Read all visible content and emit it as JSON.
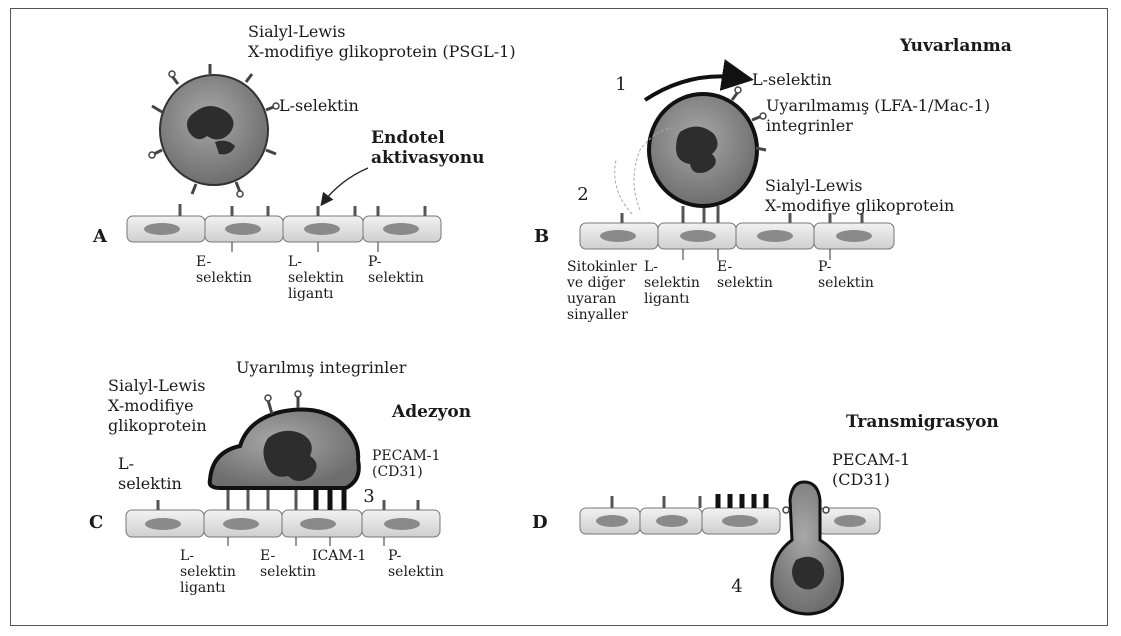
{
  "panels": {
    "A": {
      "letter": "A",
      "plgp_label": "Sialyl-Lewis\nX-modifiye glikoprotein (PSGL-1)",
      "lsel_label": "L-selektin",
      "endo_label": "Endotel\naktivasyonu",
      "e_sel": "E-\nselektin",
      "l_lig": "L-\nselektin\nligantı",
      "p_sel": "P-\nselektin"
    },
    "B": {
      "letter": "B",
      "title": "Yuvarlanma",
      "step1": "1",
      "step2": "2",
      "lsel_label": "L-selektin",
      "integrin_label": "Uyarılmamış (LFA-1/Mac-1)\nintegrinler",
      "slx_label": "Sialyl-Lewis\nX-modifiye glikoprotein",
      "cyto_label": "Sitokinler\nve diğer\nuyaran\nsinyaller",
      "l_lig": "L-\nselektin\nligantı",
      "e_sel": "E-\nselektin",
      "p_sel": "P-\nselektin"
    },
    "C": {
      "letter": "C",
      "title": "Adezyon",
      "step3": "3",
      "integrin_label": "Uyarılmış integrinler",
      "slx_label": "Sialyl-Lewis\nX-modifiye\nglikoprotein",
      "lsel_label": "L-\nselektin",
      "pecam_label": "PECAM-1\n(CD31)",
      "l_lig": "L-\nselektin\nligantı",
      "e_sel": "E-\nselektin",
      "icam": "ICAM-1",
      "p_sel": "P-\nselektin"
    },
    "D": {
      "letter": "D",
      "title": "Transmigrasyon",
      "step4": "4",
      "pecam_label": "PECAM-1\n(CD31)"
    }
  }
}
